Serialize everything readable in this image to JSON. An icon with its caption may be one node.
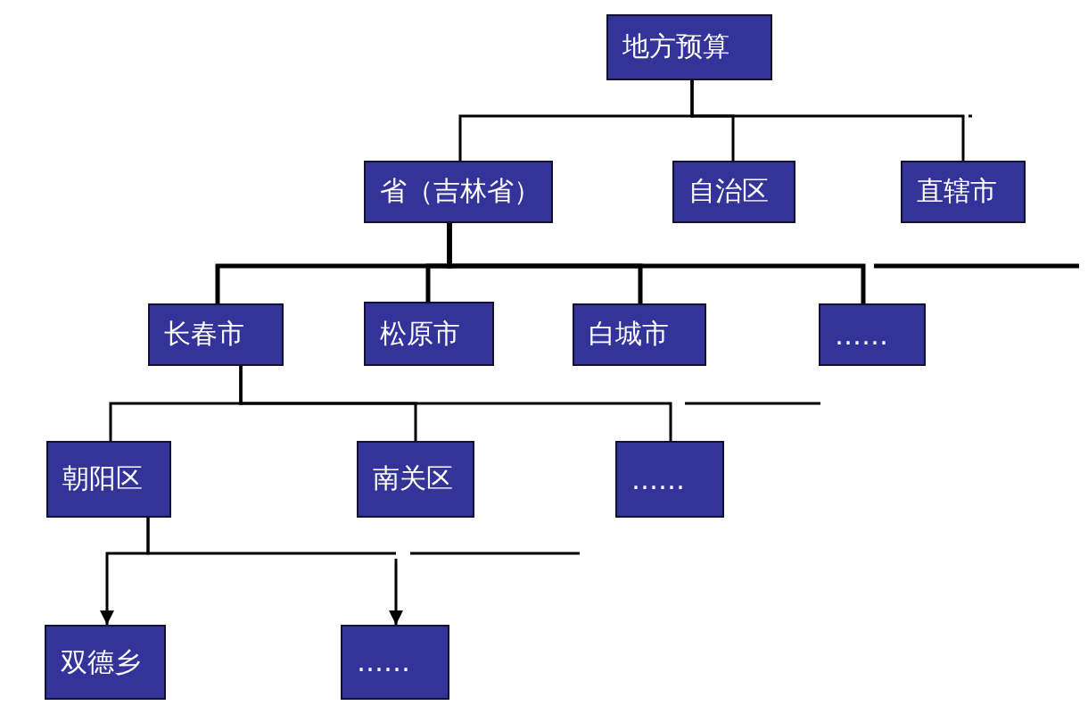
{
  "diagram": {
    "nodes": [
      {
        "text": [
          "地方预算"
        ]
      },
      {
        "text": [
          "省（吉林省）"
        ]
      },
      {
        "text": [
          "自治区"
        ]
      },
      {
        "text": [
          "直辖市"
        ]
      },
      {
        "text": [
          "长春市"
        ]
      },
      {
        "text": [
          "松原市"
        ]
      },
      {
        "text": [
          "白城市"
        ]
      },
      {
        "text": [
          "……"
        ]
      },
      {
        "text": [
          "朝阳区"
        ]
      },
      {
        "text": [
          "南关区"
        ]
      },
      {
        "text": [
          "……"
        ]
      },
      {
        "text": [
          "双德乡"
        ]
      },
      {
        "text": [
          "……"
        ]
      }
    ],
    "edges": [
      {
        "from": 0,
        "to": 1,
        "arrow": "none"
      },
      {
        "from": 0,
        "to": 2,
        "arrow": "none"
      },
      {
        "from": 0,
        "to": 3,
        "arrow": "none"
      },
      {
        "from": 1,
        "to": 4,
        "arrow": "none"
      },
      {
        "from": 1,
        "to": 5,
        "arrow": "none"
      },
      {
        "from": 1,
        "to": 6,
        "arrow": "none"
      },
      {
        "from": 1,
        "to": 7,
        "arrow": "none"
      },
      {
        "from": 4,
        "to": 8,
        "arrow": "none"
      },
      {
        "from": 4,
        "to": 9,
        "arrow": "none"
      },
      {
        "from": 4,
        "to": 10,
        "arrow": "none"
      },
      {
        "from": 8,
        "to": 11,
        "arrow": "to"
      },
      {
        "from": 8,
        "to": 12,
        "arrow": "to"
      }
    ]
  }
}
